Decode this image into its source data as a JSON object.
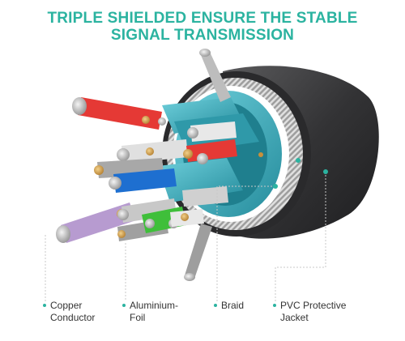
{
  "headline": {
    "line1": "TRIPLE SHIELDED ENSURE THE STABLE",
    "line2": "SIGNAL TRANSMISSION",
    "color": "#2bb3a0"
  },
  "labels": [
    {
      "line1": "Copper",
      "line2": "Conductor"
    },
    {
      "line1": "Aluminium-",
      "line2": "Foil"
    },
    {
      "line1": "Braid",
      "line2": ""
    },
    {
      "line1": "PVC Protective",
      "line2": "Jacket"
    }
  ],
  "colors": {
    "accent": "#2bb3a0",
    "jacket": "#3a3a3c",
    "foil": "#3fb0c0",
    "braid": "#bdbdbd",
    "copper": "#c8903a",
    "wire_red": "#e53935",
    "wire_blue": "#1e6fd0",
    "wire_green": "#3fbf3a",
    "wire_purple": "#b79bd0",
    "wire_grey": "#a8a8a8",
    "wire_white": "#e8e8e8"
  }
}
